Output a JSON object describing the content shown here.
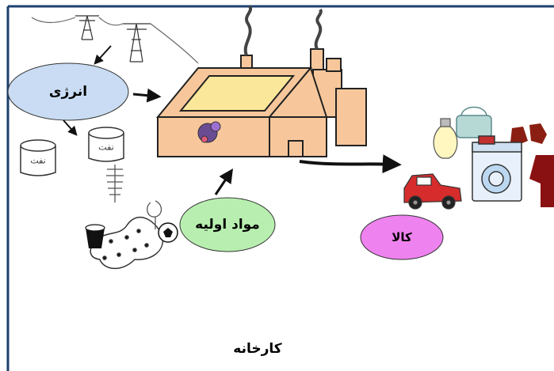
{
  "labels": {
    "energy": "انرژی",
    "oil_1": "نفت",
    "oil_2": "نفت",
    "raw_materials": "مواد اولیه",
    "goods": "کالا",
    "factory": "کارخانه"
  },
  "colors": {
    "energy_fill": "#c9dcf3",
    "raw_fill": "#b8efb0",
    "goods_fill": "#ee82ee",
    "factory_fill": "#f7c79b",
    "factory_window": "#fbe79a",
    "frame": "#1c3f6e"
  },
  "icons": [
    "power-tower-icon",
    "oil-barrel-icon",
    "wheat-icon",
    "bucket-icon",
    "cotton-icon",
    "ball-icon",
    "lamp-icon",
    "bag-icon",
    "shoes-icon",
    "car-icon",
    "washing-machine-icon",
    "sweater-icon"
  ]
}
